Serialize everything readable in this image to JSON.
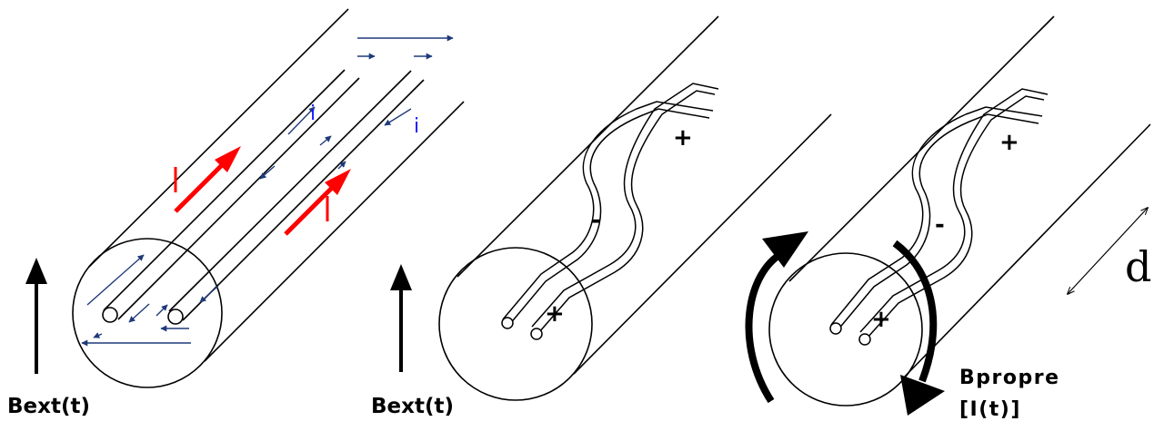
{
  "panels": [
    {
      "label_field": "Bext(t)",
      "label_current_left": "I",
      "label_current_right": "I",
      "label_induced_top": "i",
      "label_induced_right": "i"
    },
    {
      "label_field": "Bext(t)",
      "sign_top": "+",
      "sign_middle": "-",
      "sign_bottom": "+"
    },
    {
      "sign_top": "+",
      "sign_middle": "-",
      "sign_bottom": "+",
      "label_self_field_line1": "Bpropre",
      "label_self_field_line2": "[I(t)]"
    }
  ],
  "dimension_label": "d",
  "colors": {
    "ink": "#000000",
    "current": "#ff0000",
    "induced": "#1f3a7a",
    "induced_label": "#1a1aff"
  }
}
